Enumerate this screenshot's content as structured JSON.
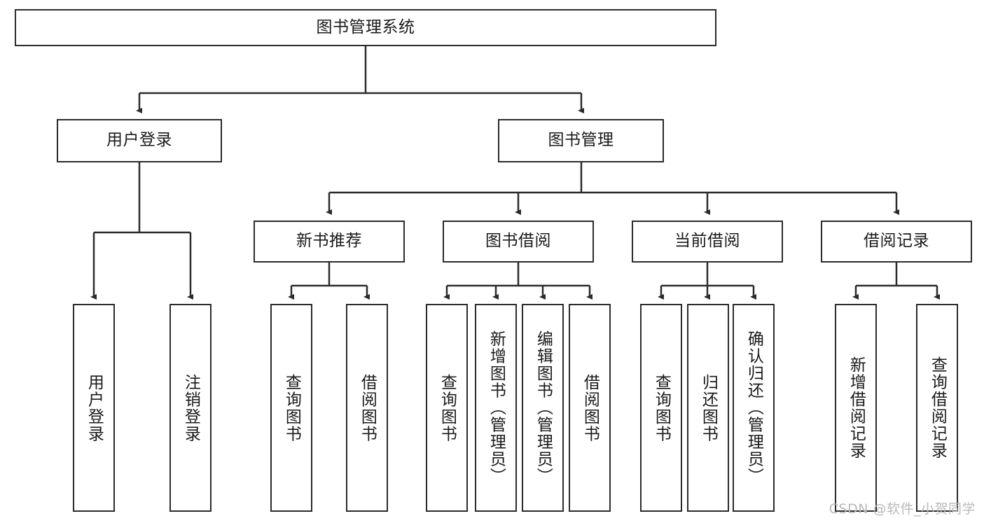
{
  "diagram": {
    "type": "tree",
    "orientation": "top-down",
    "root": {
      "id": "root",
      "label": "图书管理系统"
    },
    "level2": [
      {
        "id": "user-login",
        "label": "用户登录"
      },
      {
        "id": "book-manage",
        "label": "图书管理"
      }
    ],
    "level3": [
      {
        "id": "new-book-rec",
        "label": "新书推荐",
        "parent": "book-manage"
      },
      {
        "id": "book-borrow",
        "label": "图书借阅",
        "parent": "book-manage"
      },
      {
        "id": "current-borrow",
        "label": "当前借阅",
        "parent": "book-manage"
      },
      {
        "id": "borrow-record",
        "label": "借阅记录",
        "parent": "book-manage"
      }
    ],
    "leaves": {
      "user-login": [
        {
          "id": "leaf-user-login",
          "label": "用户登录"
        },
        {
          "id": "leaf-user-logout",
          "label": "注销登录"
        }
      ],
      "new-book-rec": [
        {
          "id": "leaf-query-book-1",
          "label": "查询图书"
        },
        {
          "id": "leaf-borrow-book-1",
          "label": "借阅图书"
        }
      ],
      "book-borrow": [
        {
          "id": "leaf-query-book-2",
          "label": "查询图书"
        },
        {
          "id": "leaf-add-book",
          "label": "新增图书（管理员）"
        },
        {
          "id": "leaf-edit-book",
          "label": "编辑图书（管理员）"
        },
        {
          "id": "leaf-borrow-book-2",
          "label": "借阅图书"
        }
      ],
      "current-borrow": [
        {
          "id": "leaf-query-book-3",
          "label": "查询图书"
        },
        {
          "id": "leaf-return-book",
          "label": "归还图书"
        },
        {
          "id": "leaf-confirm-return",
          "label": "确认归还（管理员）"
        }
      ],
      "borrow-record": [
        {
          "id": "leaf-add-record",
          "label": "新增借阅记录"
        },
        {
          "id": "leaf-query-record",
          "label": "查询借阅记录"
        }
      ]
    }
  },
  "watermark": {
    "text": "CSDN @软件_小贺同学"
  },
  "colors": {
    "border": "#2b2b2b",
    "background": "#ffffff",
    "text": "#1a1a1a",
    "connector": "#2b2b2b",
    "watermark": "#b9b9b9"
  }
}
